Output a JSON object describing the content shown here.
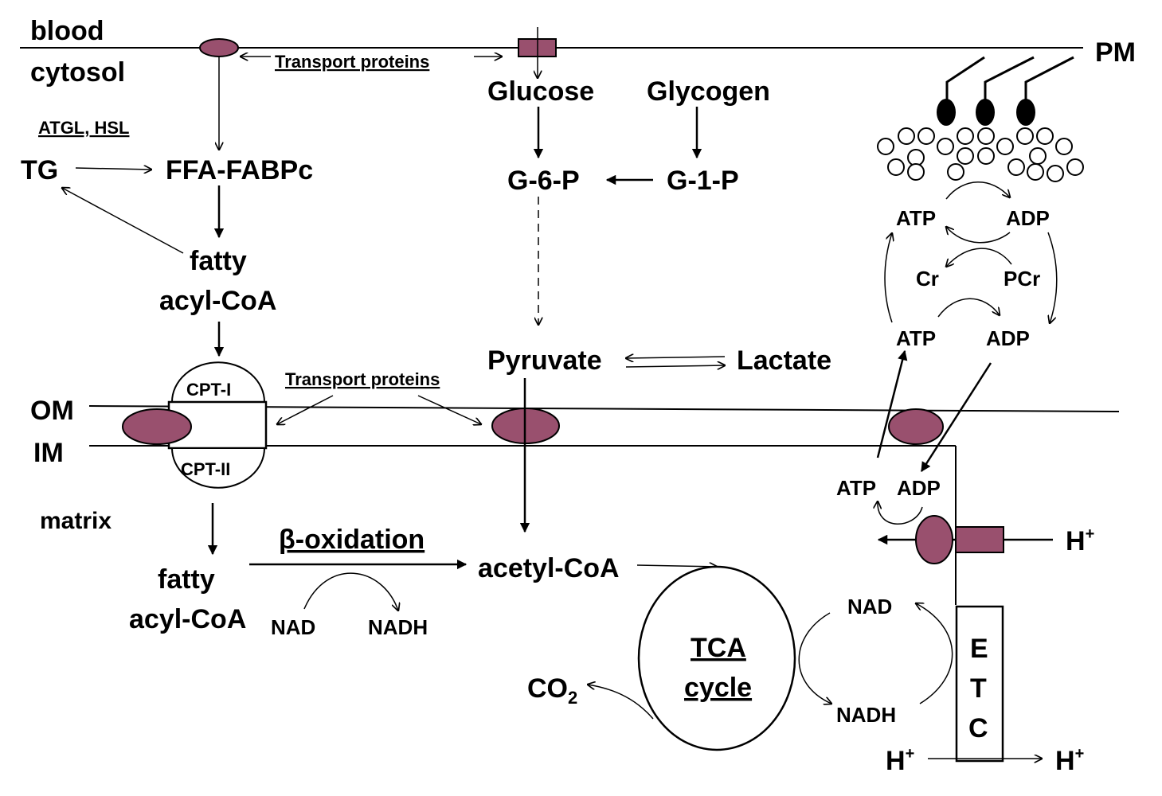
{
  "compartments": {
    "blood": "blood",
    "cytosol": "cytosol",
    "pm": "PM",
    "om": "OM",
    "im": "IM",
    "matrix": "matrix"
  },
  "transport_label_top": "Transport proteins",
  "transport_label_mid": "Transport proteins",
  "lipases": "ATGL, HSL",
  "tg": "TG",
  "ffa_fabpc": "FFA-FABPc",
  "fatty_acyl_coa_cyto": [
    "fatty",
    "acyl-CoA"
  ],
  "cpt1": "CPT-I",
  "cpt2": "CPT-II",
  "fatty_acyl_coa_matrix": [
    "fatty",
    "acyl-CoA"
  ],
  "beta_oxidation": "β-oxidation",
  "beta_nad": "NAD",
  "beta_nadh": "NADH",
  "glucose": "Glucose",
  "glycogen": "Glycogen",
  "g6p": "G-6-P",
  "g1p": "G-1-P",
  "pyruvate": "Pyruvate",
  "lactate": "Lactate",
  "acetyl_coa": "acetyl-CoA",
  "tca": [
    "TCA",
    "cycle"
  ],
  "co2": "CO",
  "co2_sub": "2",
  "tca_nad": "NAD",
  "tca_nadh": "NADH",
  "etc_letters": [
    "E",
    "T",
    "C"
  ],
  "h_plus": "H",
  "plus_sup": "+",
  "energy": {
    "atp_top": "ATP",
    "adp_top": "ADP",
    "cr": "Cr",
    "pcr": "PCr",
    "atp_mid": "ATP",
    "adp_mid": "ADP",
    "atp_low": "ATP",
    "adp_low": "ADP"
  },
  "colors": {
    "protein": "#99506e",
    "line": "#000000"
  }
}
